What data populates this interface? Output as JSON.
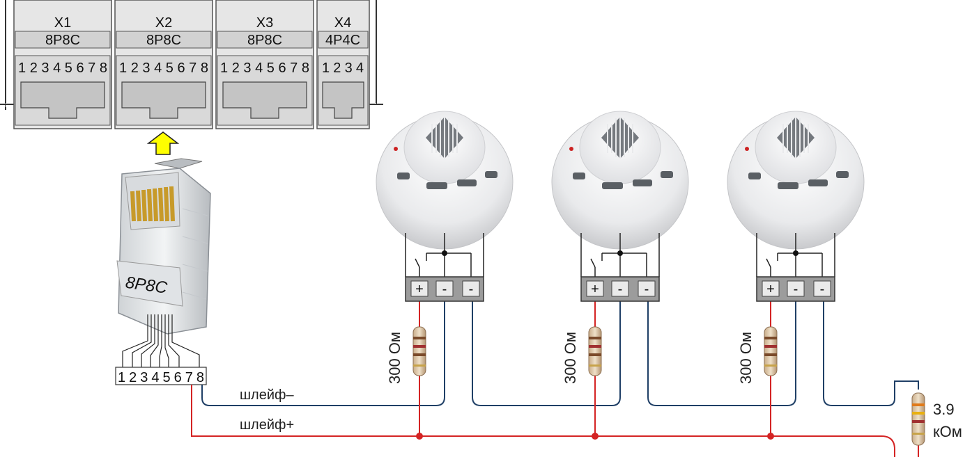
{
  "ports": [
    {
      "name": "X1",
      "type": "8P8C",
      "pins": "12345678"
    },
    {
      "name": "X2",
      "type": "8P8C",
      "pins": "12345678"
    },
    {
      "name": "X3",
      "type": "8P8C",
      "pins": "12345678"
    },
    {
      "name": "X4",
      "type": "4P4C",
      "pins": "1234"
    }
  ],
  "plug": {
    "label": "8P8C",
    "pins": "12345678"
  },
  "detectors": [
    {
      "terminals": [
        "+",
        "-",
        "-"
      ],
      "resistor": "300 Ом"
    },
    {
      "terminals": [
        "+",
        "-",
        "-"
      ],
      "resistor": "300 Ом"
    },
    {
      "terminals": [
        "+",
        "-",
        "-"
      ],
      "resistor": "300 Ом"
    }
  ],
  "wires": {
    "minus": "шлейф–",
    "plus": "шлейф+"
  },
  "end_resistor": {
    "line1": "3.9",
    "line2": "кОм"
  },
  "colors": {
    "minus_wire": "#1f3f66",
    "plus_wire": "#d42424",
    "arrow": "#ffff00",
    "panel": "#e6e6e6"
  }
}
